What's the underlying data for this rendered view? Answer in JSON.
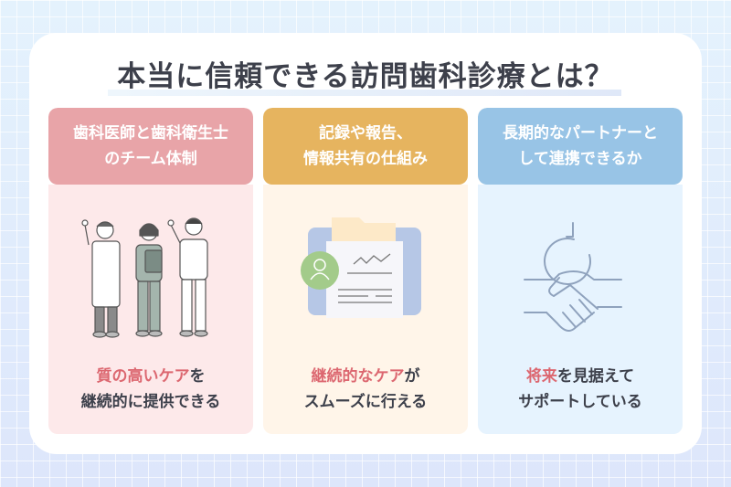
{
  "title": "本当に信頼できる訪問歯科診療とは？",
  "colors": {
    "accent_text": "#dc6770",
    "body_text": "#3d404b",
    "column1_header": "#e8a4a8",
    "column1_body": "#fde9ea",
    "column2_header": "#e6b45f",
    "column2_body": "#fff5e9",
    "column3_header": "#98c4e6",
    "column3_body": "#e6f3fe"
  },
  "columns": [
    {
      "header": "歯科医師と歯科衛生士\nのチーム体制",
      "icon": "medical-team-illustration",
      "caption_accent": "質の高いケア",
      "caption_rest1": "を",
      "caption_line2": "継続的に提供できる"
    },
    {
      "header": "記録や報告、\n情報共有の仕組み",
      "icon": "monitor-document-illustration",
      "caption_accent": "継続的なケア",
      "caption_rest1": "が",
      "caption_line2": "スムーズに行える"
    },
    {
      "header": "長期的なパートナーと\nして連携できるか",
      "icon": "clock-handshake-illustration",
      "caption_accent": "将来",
      "caption_rest1": "を見据えて",
      "caption_line2": "サポートしている"
    }
  ]
}
